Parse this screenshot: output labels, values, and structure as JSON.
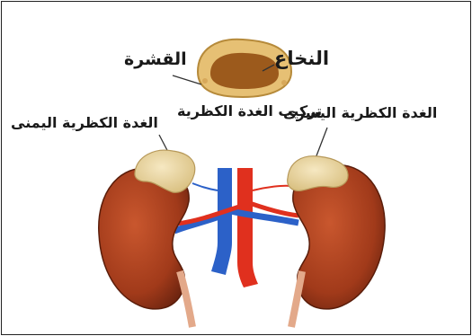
{
  "labels": {
    "medulla": "النخاع",
    "cortex": "القشرة",
    "structure": "تركيب الغدة الكظرية",
    "left_gland": "الغدة الكظرية اليسرى",
    "right_gland": "الغدة الكظرية اليمنى"
  },
  "colors": {
    "kidney": "#a8401e",
    "kidney_dark": "#6e2510",
    "gland": "#ead7a1",
    "cortex": "#e6c074",
    "medulla": "#9c5a1c",
    "artery": "#e0301e",
    "vein": "#2c61c8",
    "ureter": "#e3a98a"
  }
}
